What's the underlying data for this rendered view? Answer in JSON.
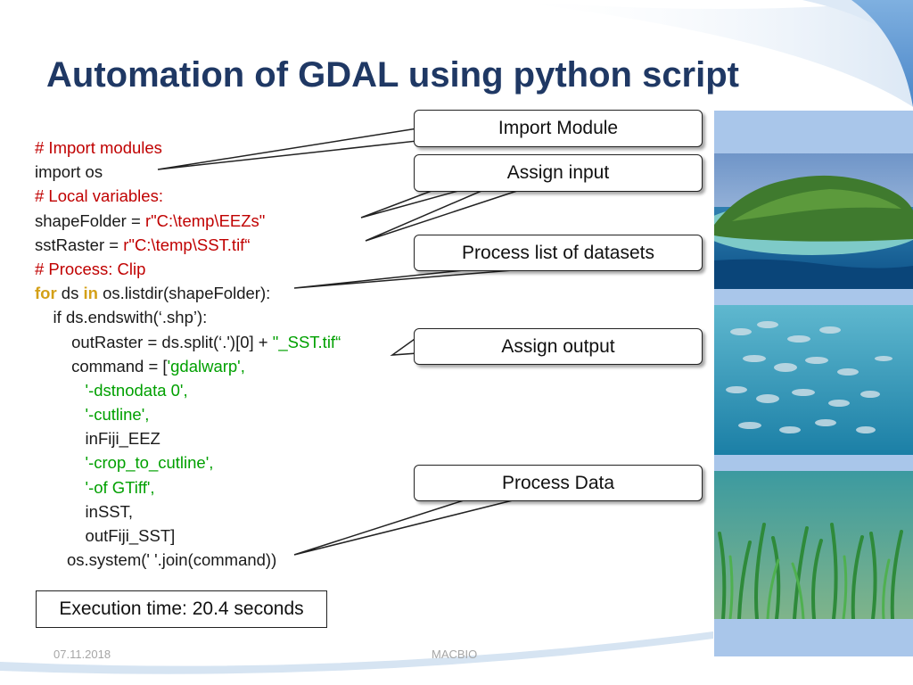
{
  "slide": {
    "title": "Automation of GDAL using python script",
    "code_lines": [
      [
        {
          "t": "# Import modules",
          "c": "red"
        }
      ],
      [
        {
          "t": "import os",
          "c": "plain"
        }
      ],
      [
        {
          "t": "# Local variables:",
          "c": "red"
        }
      ],
      [
        {
          "t": "shapeFolder = ",
          "c": "plain"
        },
        {
          "t": "r\"C:\\temp\\EEZs\"",
          "c": "red"
        }
      ],
      [
        {
          "t": "sstRaster = ",
          "c": "plain"
        },
        {
          "t": "r\"C:\\temp\\SST.tif“",
          "c": "red"
        }
      ],
      [
        {
          "t": "# Process: Clip",
          "c": "red"
        }
      ],
      [
        {
          "t": "for",
          "c": "kw"
        },
        {
          "t": " ds ",
          "c": "plain"
        },
        {
          "t": "in",
          "c": "kw"
        },
        {
          "t": " os.listdir(shapeFolder):",
          "c": "plain"
        }
      ],
      [
        {
          "t": "    if ds.endswith(‘.shp’):",
          "c": "plain"
        }
      ],
      [
        {
          "t": "        outRaster = ds.split(‘.')[0] + ",
          "c": "plain"
        },
        {
          "t": "\"_SST.tif“",
          "c": "green"
        }
      ],
      [
        {
          "t": "        command = [",
          "c": "plain"
        },
        {
          "t": "'gdalwarp',",
          "c": "green"
        }
      ],
      [
        {
          "t": "           ",
          "c": "plain"
        },
        {
          "t": "'-dstnodata 0',",
          "c": "green"
        }
      ],
      [
        {
          "t": "           ",
          "c": "plain"
        },
        {
          "t": "'-cutline',",
          "c": "green"
        }
      ],
      [
        {
          "t": "           inFiji_EEZ",
          "c": "plain"
        }
      ],
      [
        {
          "t": "           ",
          "c": "plain"
        },
        {
          "t": "'-crop_to_cutline',",
          "c": "green"
        }
      ],
      [
        {
          "t": "           ",
          "c": "plain"
        },
        {
          "t": "'-of GTiff',",
          "c": "green"
        }
      ],
      [
        {
          "t": "           inSST,",
          "c": "plain"
        }
      ],
      [
        {
          "t": "           outFiji_SST]",
          "c": "plain"
        }
      ],
      [
        {
          "t": "       os.system(' '.join(command))",
          "c": "plain"
        }
      ]
    ],
    "callouts": {
      "import_module": "Import Module",
      "assign_input": "Assign input",
      "process_list": "Process list of datasets",
      "assign_output": "Assign output",
      "process_data": "Process Data"
    },
    "execution_time": "Execution time: 20.4 seconds",
    "footer": {
      "date": "07.11.2018",
      "org": "MACBIO"
    },
    "colors": {
      "title": "#1f3864",
      "comment_red": "#c00000",
      "string_green": "#00a000",
      "keyword_gold": "#d4a017",
      "band_blue": "#5b9bd5"
    }
  }
}
